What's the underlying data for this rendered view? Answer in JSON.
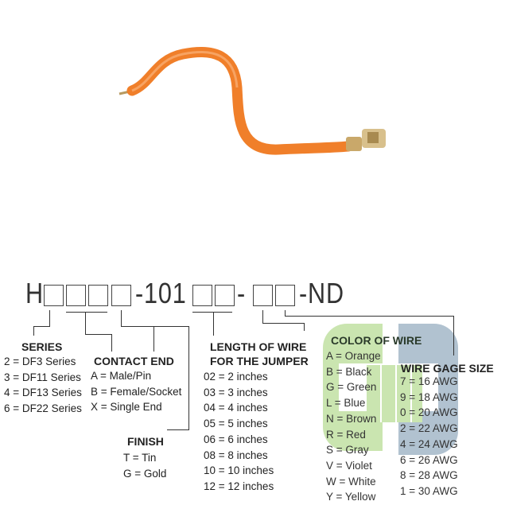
{
  "part_number": {
    "prefix": "H",
    "middle": "-101",
    "sep": "-",
    "suffix": "-ND"
  },
  "series": {
    "title": "SERIES",
    "items": [
      "2 = DF3 Series",
      "3 = DF11 Series",
      "4 = DF13 Series",
      "6 = DF22 Series"
    ]
  },
  "contact_end": {
    "title": "CONTACT END",
    "items": [
      "A = Male/Pin",
      "B = Female/Socket",
      "X = Single End"
    ]
  },
  "finish": {
    "title": "FINISH",
    "items": [
      "T = Tin",
      "G = Gold"
    ]
  },
  "length": {
    "title": "LENGTH OF WIRE",
    "title2": "FOR THE JUMPER",
    "items": [
      "02 = 2 inches",
      "03 = 3 inches",
      "04 = 4 inches",
      "05 = 5 inches",
      "06 = 6 inches",
      "08 = 8 inches",
      "10 = 10 inches",
      "12 = 12 inches"
    ]
  },
  "color": {
    "title": "COLOR OF WIRE",
    "items": [
      "A = Orange",
      "B = Black",
      "G = Green",
      "L = Blue",
      "N = Brown",
      "R = Red",
      "S = Gray",
      "V = Violet",
      "W = White",
      "Y = Yellow"
    ]
  },
  "gage": {
    "title": "WIRE GAGE SIZE",
    "items": [
      "7 = 16 AWG",
      "9 = 18 AWG",
      "0 = 20 AWG",
      "2 = 22 AWG",
      "4 = 24 AWG",
      "6 = 26 AWG",
      "8 = 28 AWG",
      "1 = 30 AWG"
    ]
  },
  "colors": {
    "wire": "#f07f2a",
    "logo_green": "#c5e3a8",
    "logo_blue": "#a9bccb"
  }
}
